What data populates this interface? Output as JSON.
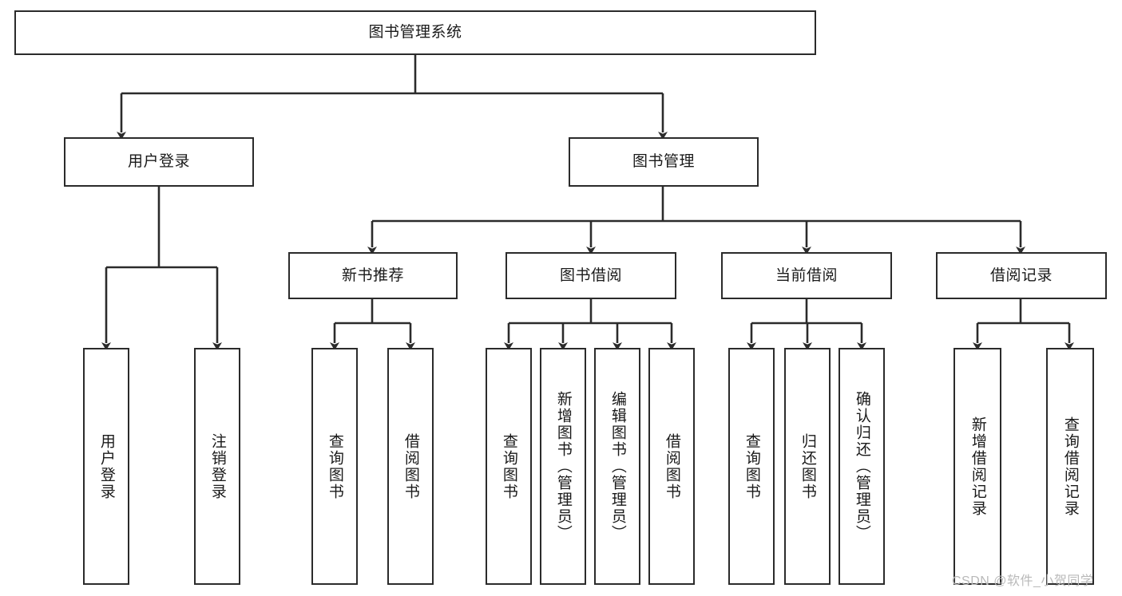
{
  "diagram": {
    "type": "tree-hierarchy",
    "title": "图书管理系统",
    "watermark": "CSDN @软件_小贺同学",
    "colors": {
      "node_border": "#2b2b2b",
      "node_fill": "#ffffff",
      "connector": "#2b2b2b",
      "text": "#1a1a1a",
      "watermark": "#b9b9b9",
      "background": "#ffffff"
    },
    "nodes": {
      "root": {
        "label": "图书管理系统"
      },
      "level1": [
        {
          "id": "user-login",
          "label": "用户登录"
        },
        {
          "id": "book-manage",
          "label": "图书管理"
        }
      ],
      "level2": [
        {
          "id": "new-book-recommend",
          "label": "新书推荐"
        },
        {
          "id": "book-borrow",
          "label": "图书借阅"
        },
        {
          "id": "current-borrow",
          "label": "当前借阅"
        },
        {
          "id": "borrow-record",
          "label": "借阅记录"
        }
      ],
      "leaves": [
        {
          "id": "leaf-user-login",
          "parent": "user-login",
          "label": "用户登录"
        },
        {
          "id": "leaf-user-logout",
          "parent": "user-login",
          "label": "注销登录"
        },
        {
          "id": "leaf-query-book-1",
          "parent": "new-book-recommend",
          "label": "查询图书"
        },
        {
          "id": "leaf-borrow-book-1",
          "parent": "new-book-recommend",
          "label": "借阅图书"
        },
        {
          "id": "leaf-query-book-2",
          "parent": "book-borrow",
          "label": "查询图书"
        },
        {
          "id": "leaf-add-book",
          "parent": "book-borrow",
          "label": "新增图书（管理员）"
        },
        {
          "id": "leaf-edit-book",
          "parent": "book-borrow",
          "label": "编辑图书（管理员）"
        },
        {
          "id": "leaf-borrow-book-2",
          "parent": "book-borrow",
          "label": "借阅图书"
        },
        {
          "id": "leaf-query-book-3",
          "parent": "current-borrow",
          "label": "查询图书"
        },
        {
          "id": "leaf-return-book",
          "parent": "current-borrow",
          "label": "归还图书"
        },
        {
          "id": "leaf-confirm-return",
          "parent": "current-borrow",
          "label": "确认归还（管理员）"
        },
        {
          "id": "leaf-add-record",
          "parent": "borrow-record",
          "label": "新增借阅记录"
        },
        {
          "id": "leaf-query-record",
          "parent": "borrow-record",
          "label": "查询借阅记录"
        }
      ]
    }
  }
}
